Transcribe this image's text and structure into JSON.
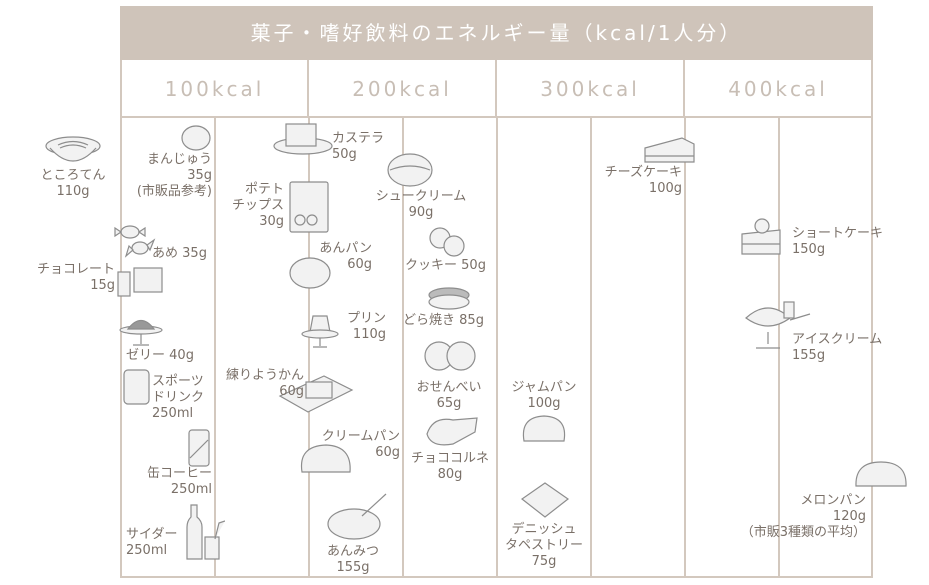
{
  "title": "菓子・嗜好飲料のエネルギー量（kcal/1人分）",
  "columns": [
    "100kcal",
    "200kcal",
    "300kcal",
    "400kcal"
  ],
  "items": [
    {
      "name": "ところてん",
      "amount": "110g"
    },
    {
      "name": "まんじゅう",
      "amount": "35g",
      "note": "(市販品参考)"
    },
    {
      "name": "あめ",
      "amount": "35g"
    },
    {
      "name": "チョコレート",
      "amount": "15g"
    },
    {
      "name": "ゼリー",
      "amount": "40g"
    },
    {
      "name": "スポーツ",
      "name2": "ドリンク",
      "amount": "250ml"
    },
    {
      "name": "缶コーヒー",
      "amount": "250ml"
    },
    {
      "name": "サイダー",
      "amount": "250ml"
    },
    {
      "name": "カステラ",
      "amount": "50g"
    },
    {
      "name": "ポテト",
      "name2": "チップス",
      "amount": "30g"
    },
    {
      "name": "あんパン",
      "amount": "60g"
    },
    {
      "name": "プリン",
      "amount": "110g"
    },
    {
      "name": "練りようかん",
      "amount": "60g"
    },
    {
      "name": "クリームパン",
      "amount": "60g"
    },
    {
      "name": "あんみつ",
      "amount": "155g"
    },
    {
      "name": "シュークリーム",
      "amount": "90g"
    },
    {
      "name": "クッキー",
      "amount": "50g"
    },
    {
      "name": "どら焼き",
      "amount": "85g"
    },
    {
      "name": "おせんべい",
      "amount": "65g"
    },
    {
      "name": "チョココルネ",
      "amount": "80g"
    },
    {
      "name": "ジャムパン",
      "amount": "100g"
    },
    {
      "name": "デニッシュ",
      "name2": "タペストリー",
      "amount": "75g"
    },
    {
      "name": "チーズケーキ",
      "amount": "100g"
    },
    {
      "name": "ショートケーキ",
      "amount": "150g"
    },
    {
      "name": "アイスクリーム",
      "amount": "155g"
    },
    {
      "name": "メロンパン",
      "amount": "120g",
      "note": "（市販3種類の平均）"
    }
  ]
}
